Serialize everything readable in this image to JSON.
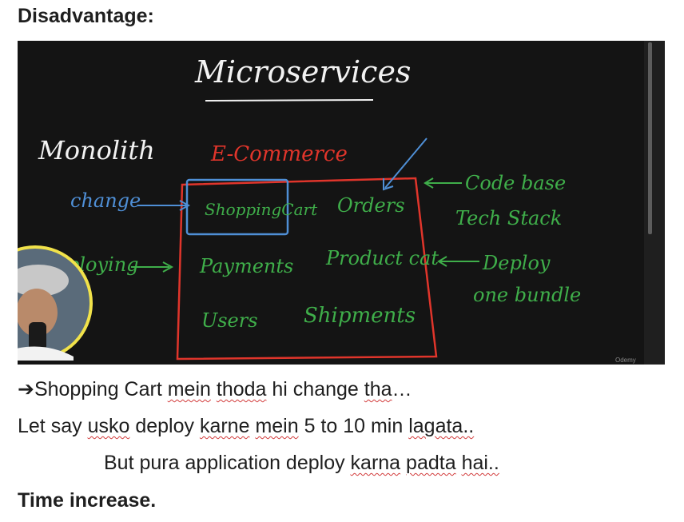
{
  "heading": "Disadvantage:",
  "board": {
    "title": "Microservices",
    "monolith": "Monolith",
    "ecommerce": "E-Commerce",
    "change": "change",
    "deploying": "ploying",
    "shopping_cart": "ShoppingCart",
    "orders": "Orders",
    "payments": "Payments",
    "product_cat": "Product cat",
    "users": "Users",
    "shipments": "Shipments",
    "code_base": "Code base",
    "tech_stack": "Tech Stack",
    "deploy": "Deploy",
    "one_bundle": "one bundle",
    "watermark": "Odemy"
  },
  "lines": {
    "l1_arrow": "➔",
    "l1_a": "Shopping Cart ",
    "l1_b": "mein",
    "l1_c": " ",
    "l1_d": "thoda",
    "l1_e": " hi change ",
    "l1_f": "tha",
    "l1_g": "…",
    "l2_a": "Let say ",
    "l2_b": "usko",
    "l2_c": " deploy ",
    "l2_d": "karne",
    "l2_e": " ",
    "l2_f": "mein",
    "l2_g": " 5 to 10 min ",
    "l2_h": "lagata..",
    "l3_a": "But pura application deploy ",
    "l3_b": "karna",
    "l3_c": " ",
    "l3_d": "padta",
    "l3_e": " ",
    "l3_f": "hai..",
    "l4": "Time increase."
  },
  "colors": {
    "board_bg": "#141414",
    "chalk_white": "#f2f2f2",
    "chalk_red": "#e0352b",
    "chalk_blue": "#4f8fd6",
    "chalk_green": "#3fae4a"
  }
}
